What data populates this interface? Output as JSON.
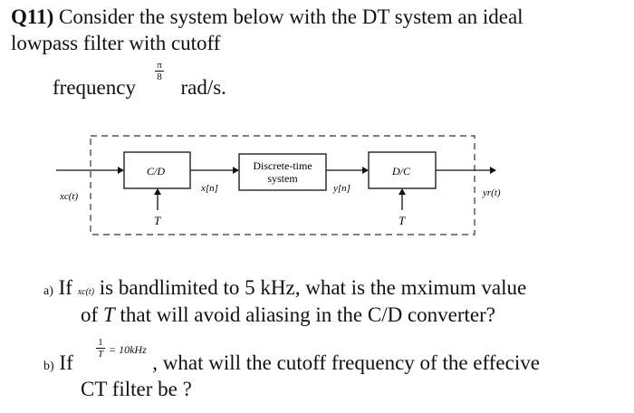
{
  "question": {
    "number": "Q11)",
    "line1": "Consider the system below with the DT system an ideal",
    "line2": "lowpass filter with cutoff",
    "freq_word": "frequency",
    "freq_num": "π",
    "freq_den": "8",
    "freq_unit": "rad/s."
  },
  "diagram": {
    "input": "xc(t)",
    "cd": "C/D",
    "xn": "x[n]",
    "dt_line1": "Discrete-time",
    "dt_line2": "system",
    "yn": "y[n]",
    "dc": "D/C",
    "output": "yr(t)",
    "t1": "T",
    "t2": "T"
  },
  "part_a": {
    "marker": "a)",
    "if": "If",
    "sym": "xc(t)",
    "text1": "is bandlimited to 5 kHz, what is the mximum value",
    "text2_pre": "of",
    "text2_T": "T",
    "text2_post": "that will avoid   aliasing in the C/D converter?"
  },
  "part_b": {
    "marker": "b)",
    "if": "If",
    "frac_num": "1",
    "frac_den": "T",
    "eq": "= 10kHz",
    "comma": ",",
    "text1": "what will the cutoff frequency of the effecive",
    "text2": "CT filter be ?"
  }
}
